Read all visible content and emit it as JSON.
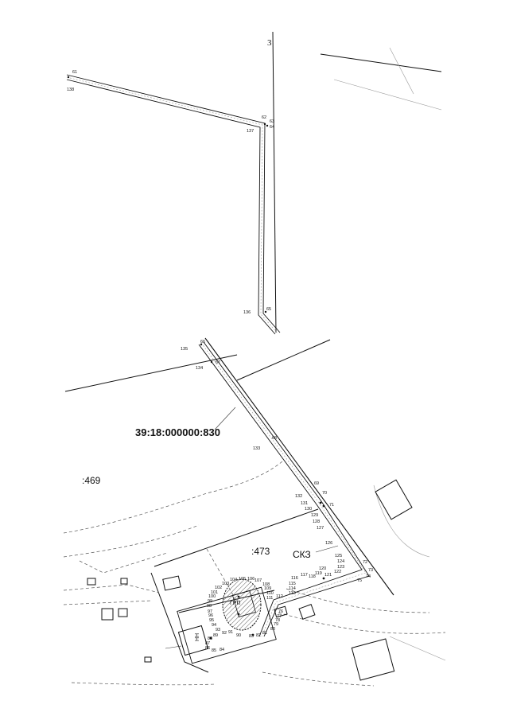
{
  "page_number": "3",
  "parcel_labels": {
    "main_cadastral": "39:18:000000:830",
    "neighbor_469": ":469",
    "neighbor_473": ":473",
    "object_code": "СКЗ",
    "hatched_zone": "ГРП",
    "building_mark": "НН"
  },
  "upper_points": [
    {
      "id": "p61",
      "label": "61"
    },
    {
      "id": "p138",
      "label": "138"
    },
    {
      "id": "p62",
      "label": "62"
    },
    {
      "id": "p63",
      "label": "63"
    },
    {
      "id": "p64",
      "label": "64"
    },
    {
      "id": "p137",
      "label": "137"
    },
    {
      "id": "p136",
      "label": "136"
    },
    {
      "id": "p65",
      "label": "65"
    }
  ],
  "lower_points": [
    {
      "id": "p66",
      "label": "66"
    },
    {
      "id": "p135",
      "label": "135"
    },
    {
      "id": "p67",
      "label": "67"
    },
    {
      "id": "p134",
      "label": "134"
    },
    {
      "id": "p68",
      "label": "68"
    },
    {
      "id": "p133",
      "label": "133"
    },
    {
      "id": "p69",
      "label": "69"
    },
    {
      "id": "p70",
      "label": "70"
    },
    {
      "id": "p132",
      "label": "132"
    },
    {
      "id": "p131",
      "label": "131"
    },
    {
      "id": "p130",
      "label": "130"
    },
    {
      "id": "p71",
      "label": "71"
    },
    {
      "id": "p129",
      "label": "129"
    },
    {
      "id": "p128",
      "label": "128"
    },
    {
      "id": "p127",
      "label": "127"
    },
    {
      "id": "p126",
      "label": "126"
    },
    {
      "id": "p125",
      "label": "125"
    },
    {
      "id": "p124",
      "label": "124"
    },
    {
      "id": "p123",
      "label": "123"
    },
    {
      "id": "p122",
      "label": "122"
    },
    {
      "id": "p72",
      "label": "72"
    },
    {
      "id": "p73",
      "label": "73"
    },
    {
      "id": "p74",
      "label": "74"
    },
    {
      "id": "p75",
      "label": "75"
    },
    {
      "id": "p120",
      "label": "120"
    },
    {
      "id": "p119",
      "label": "119"
    },
    {
      "id": "p121",
      "label": "121"
    },
    {
      "id": "p118",
      "label": "118"
    },
    {
      "id": "p117",
      "label": "117"
    },
    {
      "id": "p116",
      "label": "116"
    },
    {
      "id": "p115",
      "label": "115"
    },
    {
      "id": "p114",
      "label": "114"
    },
    {
      "id": "p113",
      "label": "113"
    },
    {
      "id": "p112",
      "label": "112"
    },
    {
      "id": "p111",
      "label": "111"
    },
    {
      "id": "p110",
      "label": "110"
    },
    {
      "id": "p109",
      "label": "109"
    },
    {
      "id": "p108",
      "label": "108"
    },
    {
      "id": "p107",
      "label": "107"
    },
    {
      "id": "p106",
      "label": "106"
    },
    {
      "id": "p105",
      "label": "105"
    },
    {
      "id": "p104",
      "label": "104"
    },
    {
      "id": "p103",
      "label": "103"
    },
    {
      "id": "p102",
      "label": "102"
    },
    {
      "id": "p101",
      "label": "101"
    },
    {
      "id": "p100",
      "label": "100"
    },
    {
      "id": "p99",
      "label": "99"
    },
    {
      "id": "p98",
      "label": "98"
    },
    {
      "id": "p97",
      "label": "97"
    },
    {
      "id": "p96",
      "label": "96"
    },
    {
      "id": "p95",
      "label": "95"
    },
    {
      "id": "p94",
      "label": "94"
    },
    {
      "id": "p93",
      "label": "93"
    },
    {
      "id": "p92",
      "label": "92"
    },
    {
      "id": "p91",
      "label": "91"
    },
    {
      "id": "p90",
      "label": "90"
    },
    {
      "id": "p89",
      "label": "89"
    },
    {
      "id": "p88",
      "label": "88"
    },
    {
      "id": "p87",
      "label": "87"
    },
    {
      "id": "p86",
      "label": "86"
    },
    {
      "id": "p85",
      "label": "85"
    },
    {
      "id": "p84",
      "label": "84"
    },
    {
      "id": "p83",
      "label": "83"
    },
    {
      "id": "p82",
      "label": "82"
    },
    {
      "id": "p81",
      "label": "81"
    },
    {
      "id": "p80",
      "label": "80"
    },
    {
      "id": "p79",
      "label": "79"
    },
    {
      "id": "p78",
      "label": "78"
    },
    {
      "id": "p77",
      "label": "77"
    },
    {
      "id": "p76",
      "label": "76"
    }
  ]
}
